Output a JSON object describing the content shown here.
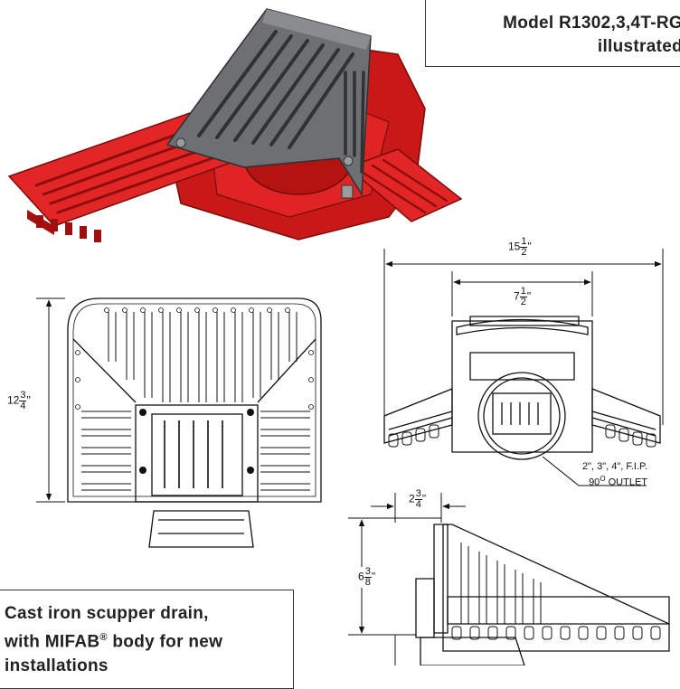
{
  "model_label": {
    "line1": "Model R1302,3,4T-RG",
    "line2": "illustrated"
  },
  "description": {
    "line1": "Cast iron scupper drain,",
    "line2_prefix": "with MIFAB",
    "line2_mark": "®",
    "line2_suffix": " body for new",
    "line3": "installations"
  },
  "dimensions": {
    "width_overall": {
      "whole": "15",
      "num": "1",
      "den": "2",
      "unit": "\""
    },
    "width_inner": {
      "whole": "7",
      "num": "1",
      "den": "2",
      "unit": "\""
    },
    "height_plan": {
      "whole": "12",
      "num": "3",
      "den": "4",
      "unit": "\""
    },
    "depth_offset": {
      "whole": "2",
      "num": "3",
      "den": "4",
      "unit": "\""
    },
    "height_side": {
      "whole": "6",
      "num": "3",
      "den": "8",
      "unit": "\""
    }
  },
  "outlet_note": {
    "line1": "2\", 3\", 4\", F.I.P.",
    "line2_deg": "90",
    "line2_o": "O",
    "line2_suffix": " OUTLET"
  },
  "colors": {
    "casting_red": "#d91e1e",
    "grate_gray": "#6b6e70",
    "line": "#111111"
  }
}
